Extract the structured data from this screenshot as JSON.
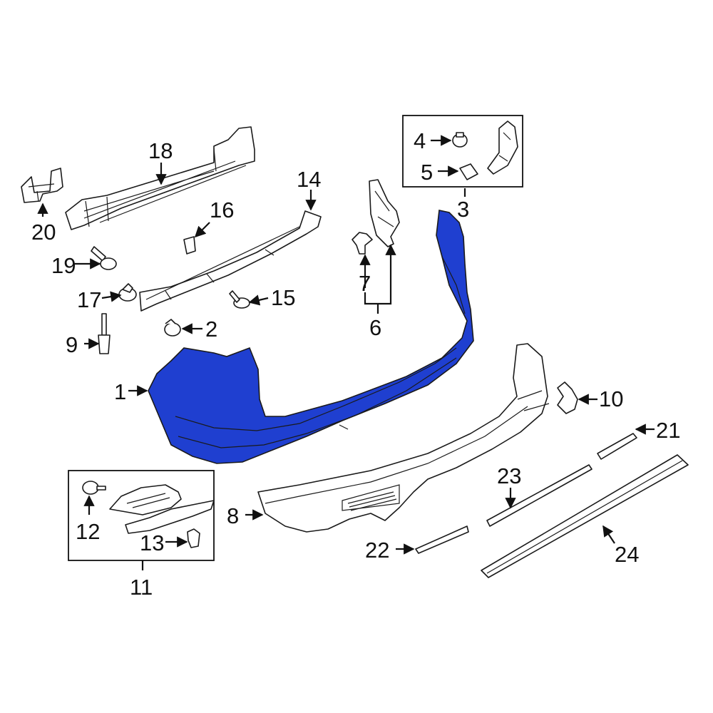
{
  "colors": {
    "highlight": "#1f3fd0",
    "highlight_shade": "#1530a8",
    "line": "#1a1a1a",
    "background": "#ffffff"
  },
  "callouts": [
    "1",
    "2",
    "3",
    "4",
    "5",
    "6",
    "7",
    "8",
    "9",
    "10",
    "11",
    "12",
    "13",
    "14",
    "15",
    "16",
    "17",
    "18",
    "19",
    "20",
    "21",
    "22",
    "23",
    "24"
  ]
}
